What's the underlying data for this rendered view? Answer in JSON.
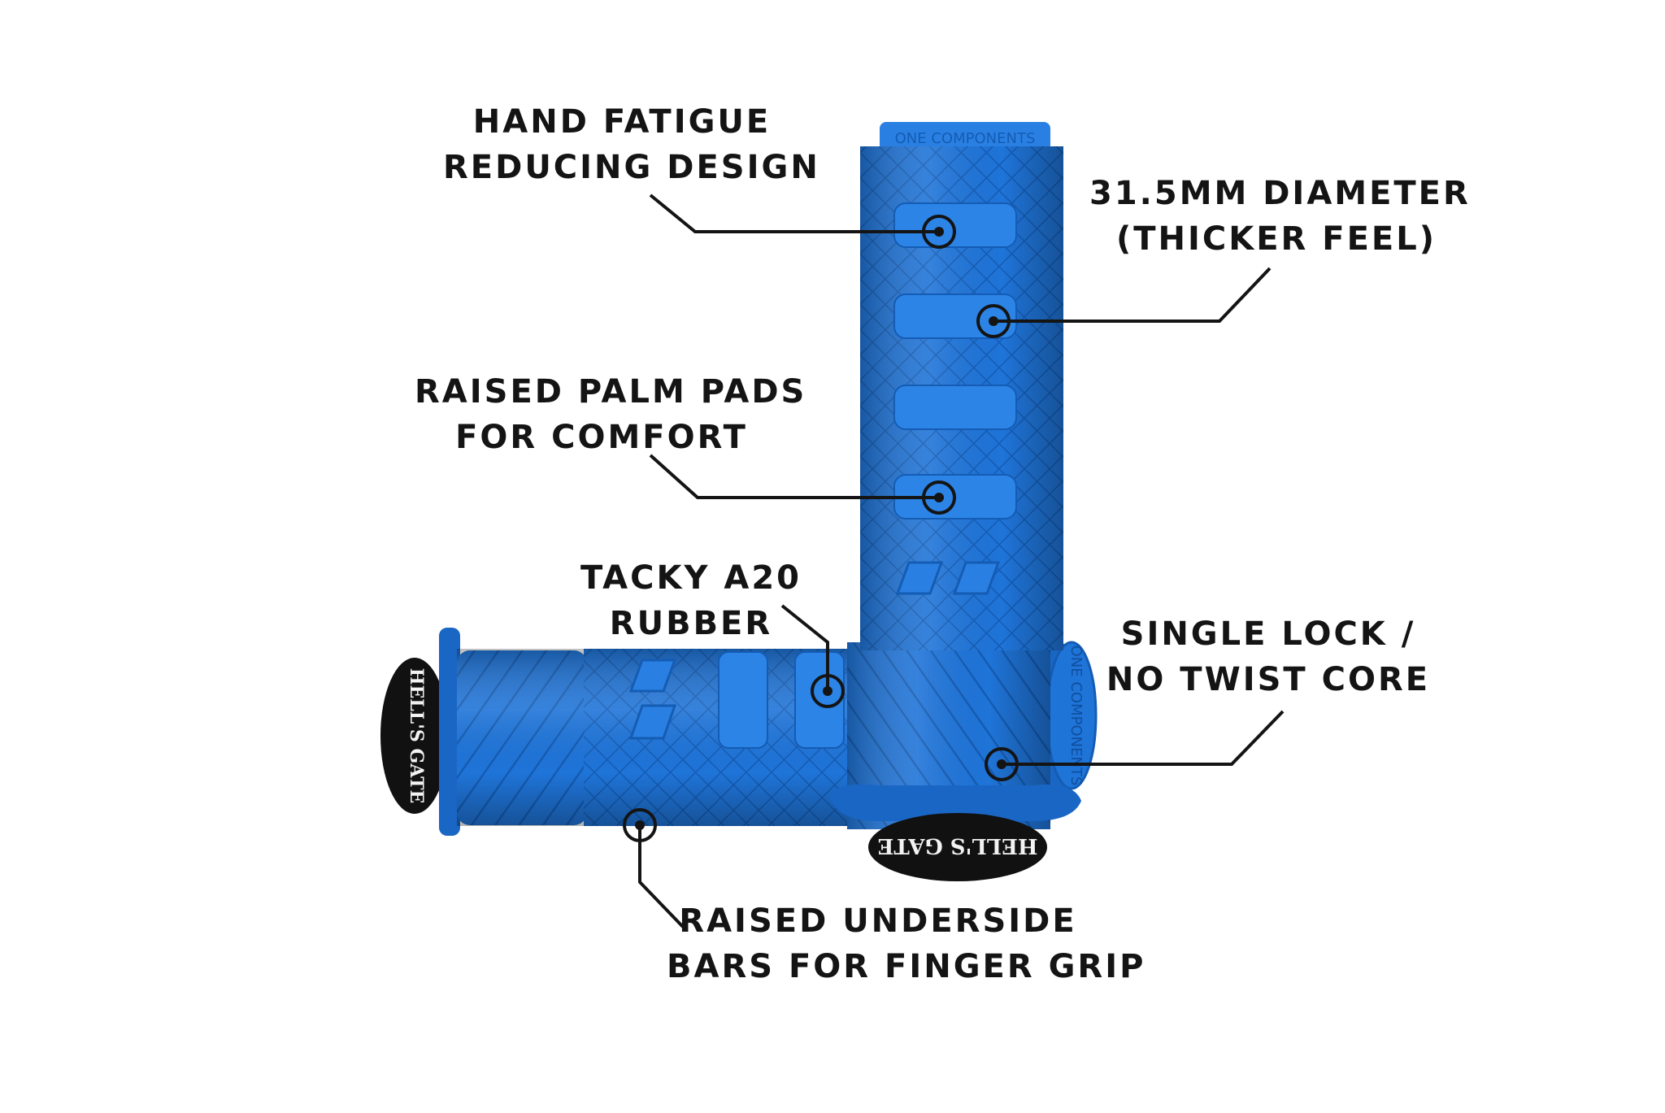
{
  "colors": {
    "grip_blue": "#1f74d8",
    "grip_blue_dark": "#145cb4",
    "grip_blue_light": "#3a8ae8",
    "end_cap_black": "#111111",
    "leader_line": "#141414",
    "text": "#141414",
    "cap_text": "#f2f2f2",
    "background": "#ffffff"
  },
  "callouts": [
    {
      "id": "fatigue",
      "lines": [
        "HAND FATIGUE",
        "REDUCING DESIGN"
      ]
    },
    {
      "id": "diameter",
      "lines": [
        "31.5MM DIAMETER",
        "(THICKER FEEL)"
      ]
    },
    {
      "id": "palm",
      "lines": [
        "RAISED PALM PADS",
        "FOR COMFORT"
      ]
    },
    {
      "id": "rubber",
      "lines": [
        "TACKY A20",
        "RUBBER"
      ]
    },
    {
      "id": "lock",
      "lines": [
        "SINGLE LOCK /",
        "NO TWIST CORE"
      ]
    },
    {
      "id": "underside",
      "lines": [
        "RAISED UNDERSIDE",
        "BARS FOR FINGER GRIP"
      ]
    }
  ],
  "end_caps": {
    "left_label": "HELL'S GATE",
    "bottom_label": "HELL'S GATE"
  },
  "grip_print": {
    "brand_text": "ONE COMPONENTS"
  }
}
